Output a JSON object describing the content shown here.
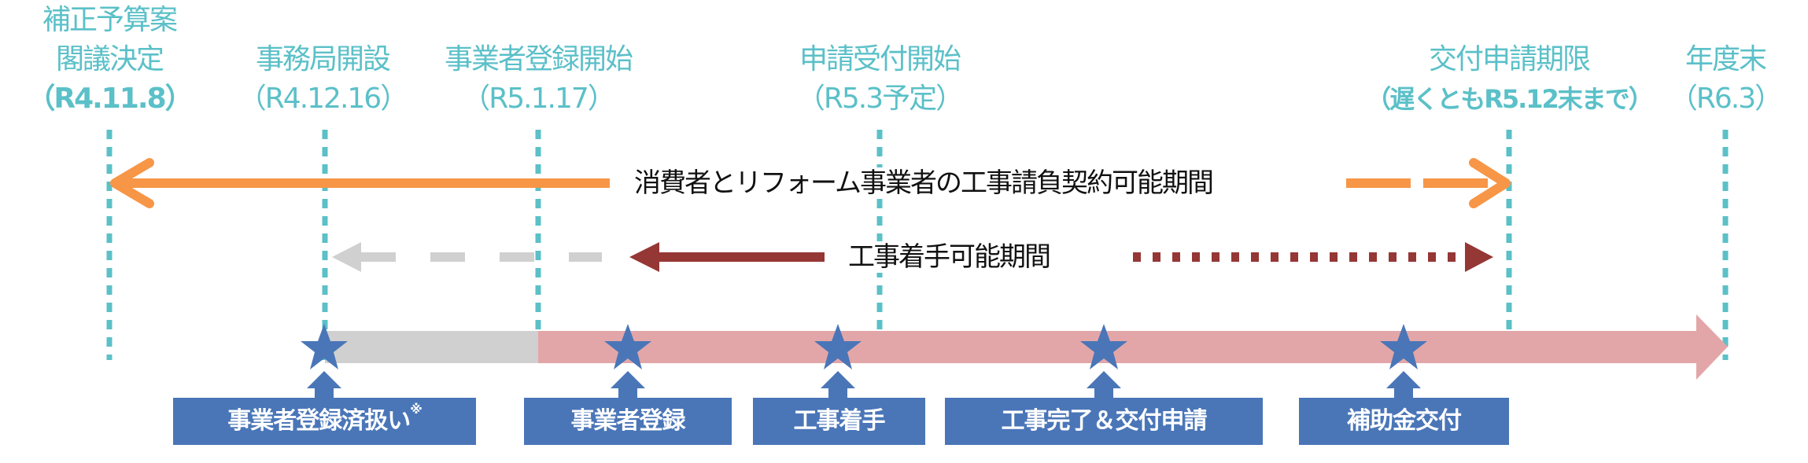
{
  "milestones": [
    {
      "title_1": "補正予算案",
      "title_2": "閣議決定",
      "date": "（R4.11.8）"
    },
    {
      "title": "事務局開設",
      "date": "（R4.12.16）"
    },
    {
      "title": "事業者登録開始",
      "date": "（R5.1.17）"
    },
    {
      "title": "申請受付開始",
      "date": "（R5.3予定）"
    },
    {
      "title": "交付申請期限",
      "date": "（遅くともR5.12末まで）"
    },
    {
      "title": "年度末",
      "date": "（R6.3）"
    }
  ],
  "periods": {
    "contract": "消費者とリフォーム事業者の工事請負契約可能期間",
    "construction": "工事着手可能期間"
  },
  "steps": [
    {
      "label": "事業者登録済扱い",
      "note": "※"
    },
    {
      "label": "事業者登録"
    },
    {
      "label": "工事着手"
    },
    {
      "label": "工事完了＆交付申請"
    },
    {
      "label": "補助金交付"
    }
  ],
  "colors": {
    "teal": "#5bc0c8",
    "orange": "#f79646",
    "dark_red": "#953735",
    "gray": "#d0d0d0",
    "pink": "#e3a6a8",
    "blue": "#4a76b8"
  }
}
